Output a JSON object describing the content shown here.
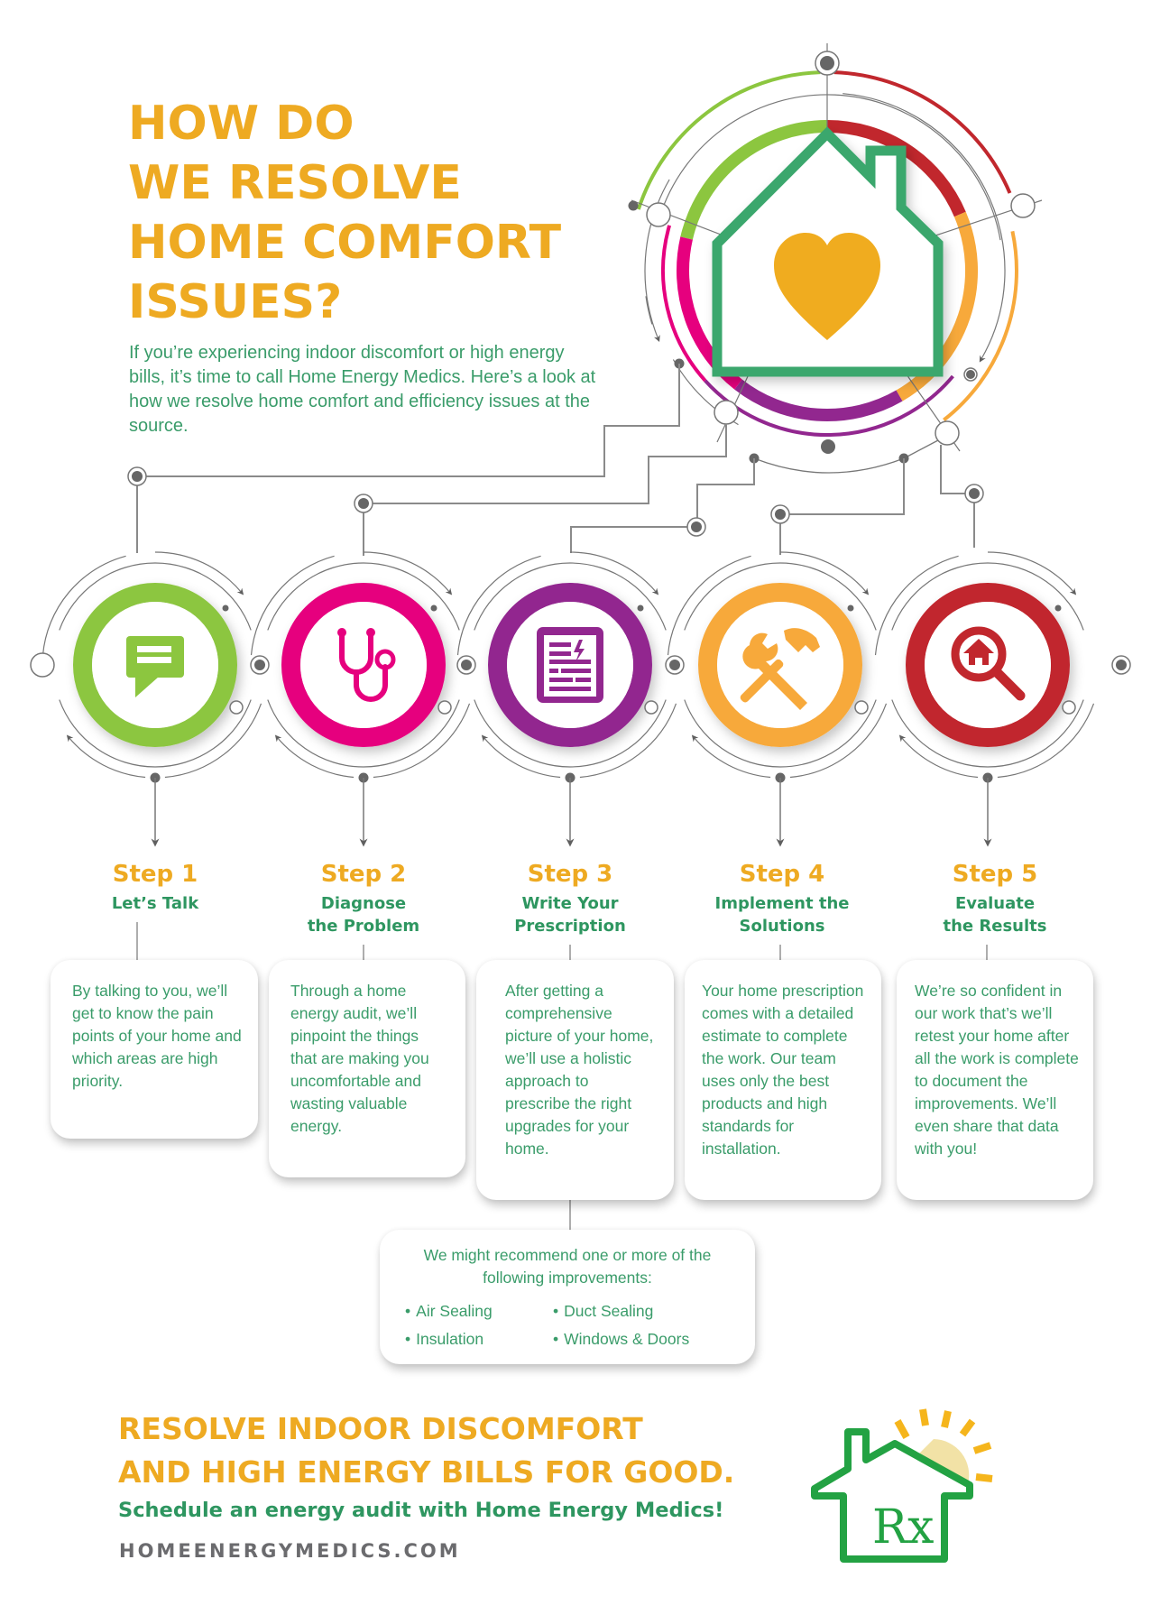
{
  "title": {
    "lines": [
      "HOW DO",
      "WE RESOLVE",
      "HOME COMFORT",
      "ISSUES?"
    ]
  },
  "intro": "If you’re experiencing indoor discomfort or high energy bills, it’s time to call Home Energy Medics. Here’s a look at how we resolve home comfort and efficiency issues at the source.",
  "hero_icon": "house-heart-icon",
  "colors": {
    "orange_heading": "#EEAA22",
    "green_text": "#2E9660",
    "step1": "#8CC63F",
    "step2": "#E6007E",
    "step3": "#92278F",
    "step4": "#F7A93B",
    "step5": "#C1272D",
    "house_green": "#3AA76D",
    "heart": "#F0AC1F",
    "connector_gray": "#666666"
  },
  "steps": [
    {
      "number": "Step 1",
      "title": "Let’s Talk",
      "icon": "chat-bubble-icon",
      "description": "By talking to you, we’ll get to know the pain points of your home and which areas are high priority."
    },
    {
      "number": "Step 2",
      "title": "Diagnose the Problem",
      "icon": "stethoscope-icon",
      "description": "Through a home energy audit, we’ll pinpoint the things that are making you uncomfortable and wasting valuable energy."
    },
    {
      "number": "Step 3",
      "title": "Write Your Prescription",
      "icon": "prescription-document-icon",
      "description": "After getting a comprehensive picture of your home, we’ll use a holistic approach to prescribe the right upgrades for your home."
    },
    {
      "number": "Step 4",
      "title": "Implement the Solutions",
      "icon": "wrench-hammer-icon",
      "description": "Your home prescription comes with a detailed estimate to complete the work. Our team uses only the best products and high standards for installation."
    },
    {
      "number": "Step 5",
      "title": "Evaluate the Results",
      "icon": "magnifier-house-icon",
      "description": "We’re so confident in our work that’s we’ll retest your home after all the work is complete to document the improvements. We’ll even share that data with you!"
    }
  ],
  "recommendations": {
    "intro": "We might recommend one or more of the following improvements:",
    "items": [
      "Air Sealing",
      "Duct Sealing",
      "Insulation",
      "Windows & Doors"
    ]
  },
  "cta": {
    "line1": "RESOLVE INDOOR DISCOMFORT",
    "line2": "AND HIGH ENERGY BILLS FOR GOOD.",
    "line3": "Schedule an energy audit with Home Energy Medics!",
    "url": "HOMEENERGYMEDICS.COM"
  },
  "logo": {
    "icon": "rx-house-sun-logo",
    "text": "Rx"
  }
}
